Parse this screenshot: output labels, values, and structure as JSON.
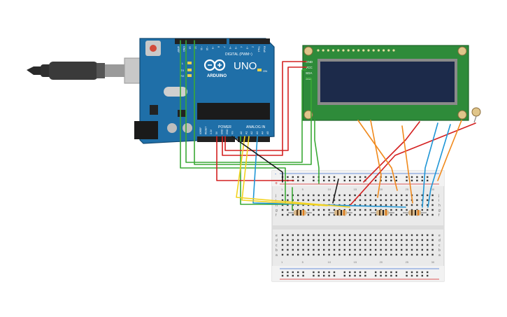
{
  "arduino": {
    "model": "UNO",
    "brand": "ARDUINO",
    "digital_label": "DIGITAL (PWM~)",
    "power_label": "POWER",
    "analog_label": "ANALOG IN",
    "on_label": "ON",
    "tx_label": "TX",
    "rx_label": "RX",
    "l_label": "L",
    "header_top_pins": [
      "AREF",
      "GND",
      "13",
      "12",
      "~11",
      "~10",
      "~9",
      "8",
      "7",
      "~6",
      "~5",
      "4",
      "~3",
      "2",
      "TX▸1",
      "RX◂0"
    ],
    "header_power_pins": [
      "IOREF",
      "RESET",
      "3.3V",
      "5V",
      "GND",
      "GND",
      "Vin"
    ],
    "header_analog_pins": [
      "A0",
      "A1",
      "A2",
      "A3",
      "A4",
      "A5"
    ]
  },
  "lcd": {
    "pins": [
      "GND",
      "VCC",
      "SDA",
      "SCL"
    ]
  },
  "breadboard": {
    "row_letters_top": [
      "j",
      "i",
      "h",
      "g",
      "f"
    ],
    "row_letters_bottom": [
      "e",
      "d",
      "c",
      "b",
      "a"
    ],
    "column_numbers": [
      "1",
      "5",
      "10",
      "15",
      "20",
      "25",
      "30"
    ],
    "rail_plus": "+",
    "rail_minus": "-"
  },
  "colors": {
    "arduino_board": "#1f6fa8",
    "lcd_board": "#2e8b3a",
    "lcd_screen": "#1c2a4a",
    "wire_red": "#d42020",
    "wire_green": "#3aa935",
    "wire_orange": "#f0891b",
    "wire_blue": "#1f96d6",
    "wire_yellow": "#f2d21d",
    "wire_black": "#1a1a1a",
    "breadboard": "#eaeaea"
  }
}
